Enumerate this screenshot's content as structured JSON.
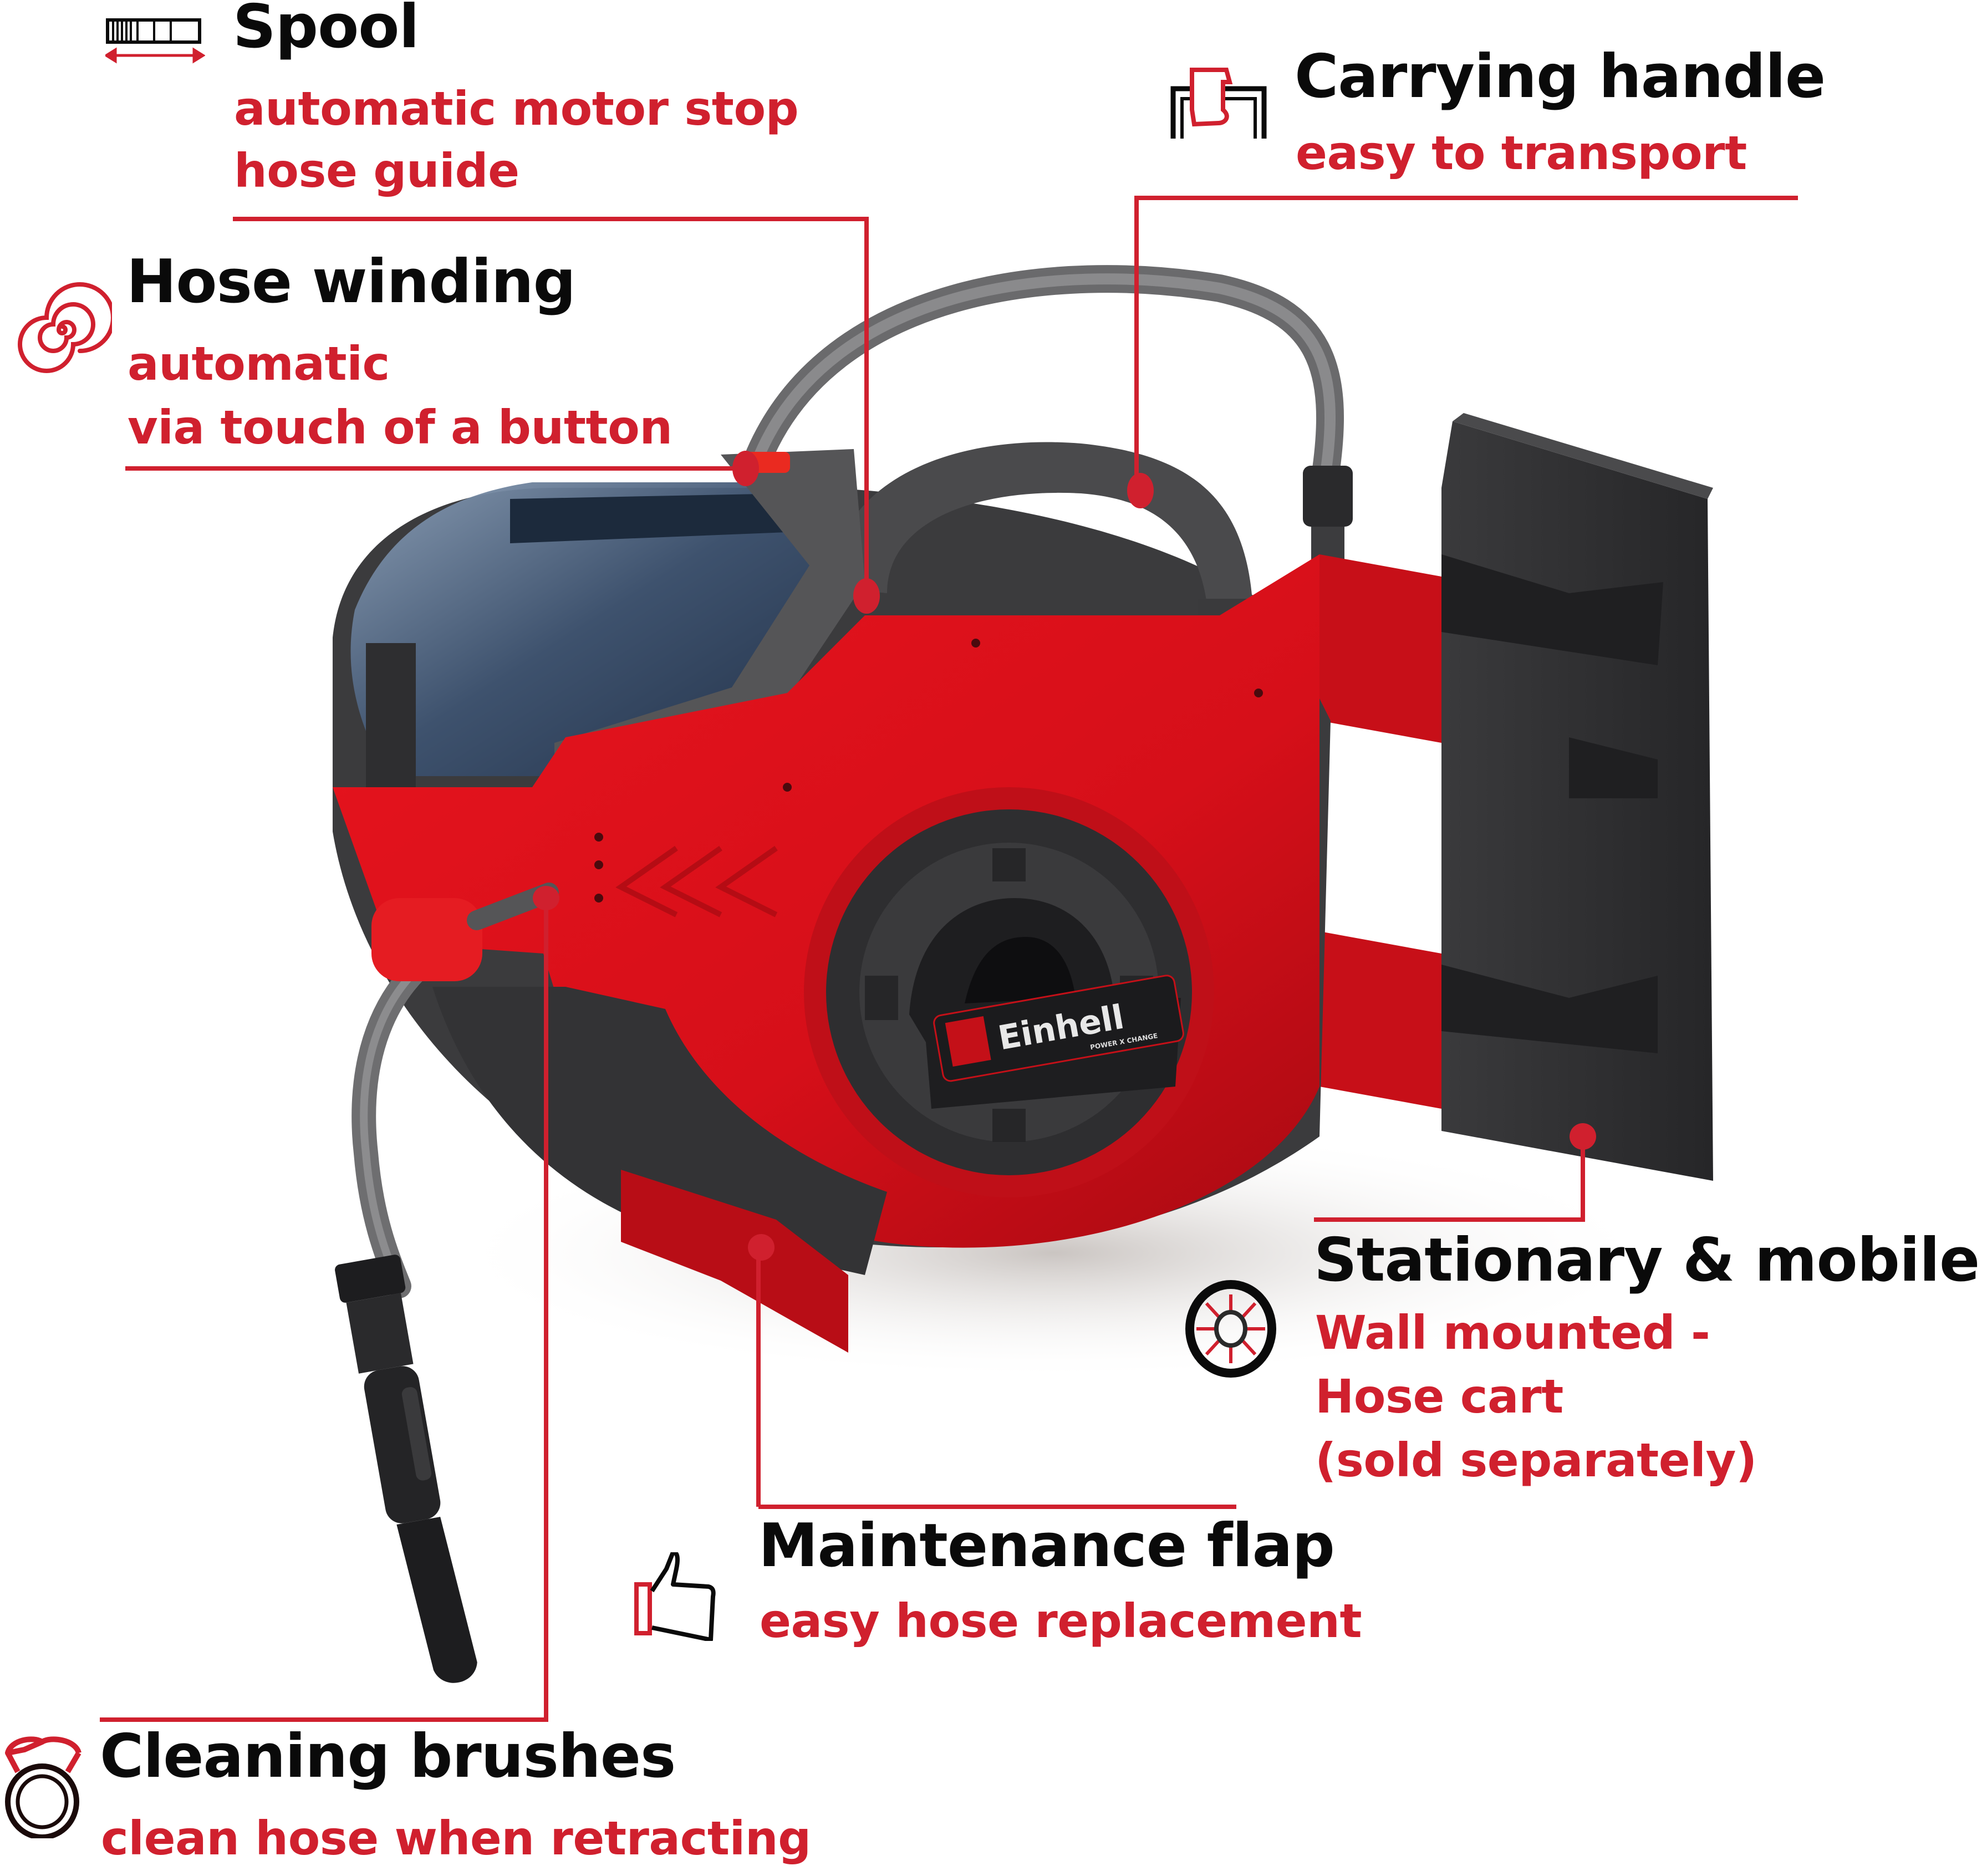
{
  "colors": {
    "accent_red": "#d0202e",
    "title_black": "#0a0a0a",
    "body_red": "#d8101c",
    "body_dark": "#3a3a3c",
    "mount_dark": "#2e2e30"
  },
  "product": {
    "brand": "Einhell",
    "badge_text": "POWER X CHANGE"
  },
  "callouts": [
    {
      "id": "spool",
      "icon": "spool-icon",
      "title": "Spool",
      "lines": [
        "automatic motor stop",
        "hose guide"
      ]
    },
    {
      "id": "carrying-handle",
      "icon": "carrying-handle-icon",
      "title": "Carrying handle",
      "lines": [
        "easy to transport"
      ]
    },
    {
      "id": "hose-winding",
      "icon": "spiral-icon",
      "title": "Hose winding",
      "lines": [
        "automatic",
        "via touch of a button"
      ]
    },
    {
      "id": "stationary-mobile",
      "icon": "wheel-icon",
      "title": "Stationary & mobile",
      "lines": [
        "Wall mounted -",
        "Hose cart",
        "(sold separately)"
      ]
    },
    {
      "id": "maintenance-flap",
      "icon": "thumbs-up-icon",
      "title": "Maintenance flap",
      "lines": [
        "easy hose replacement"
      ]
    },
    {
      "id": "cleaning-brushes",
      "icon": "brush-ring-icon",
      "title": "Cleaning brushes",
      "lines": [
        "clean hose when retracting"
      ]
    }
  ]
}
